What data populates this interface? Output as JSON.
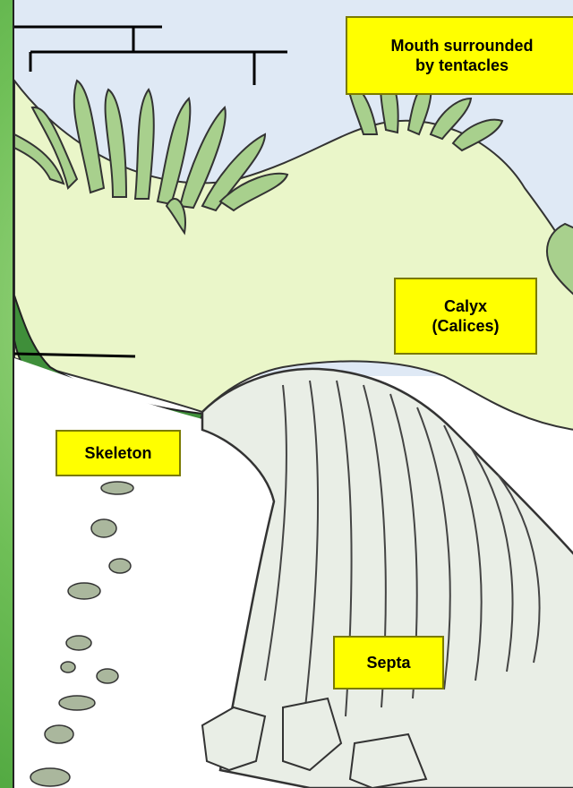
{
  "labels": {
    "mouth": {
      "line1": "Mouth surrounded",
      "line2": "by tentacles"
    },
    "calyx": {
      "line1": "Calyx",
      "line2": "(Calices)"
    },
    "skeleton": "Skeleton",
    "septa": "Septa"
  },
  "colors": {
    "background": "#6fbf57",
    "sky": "#dfe9f5",
    "polyp_body": "#eaf6c9",
    "tentacle": "#a8d08d",
    "tissue_edge": "#3f8f3a",
    "label_fill": "#ffff00",
    "skeleton": "#e9eee6"
  }
}
